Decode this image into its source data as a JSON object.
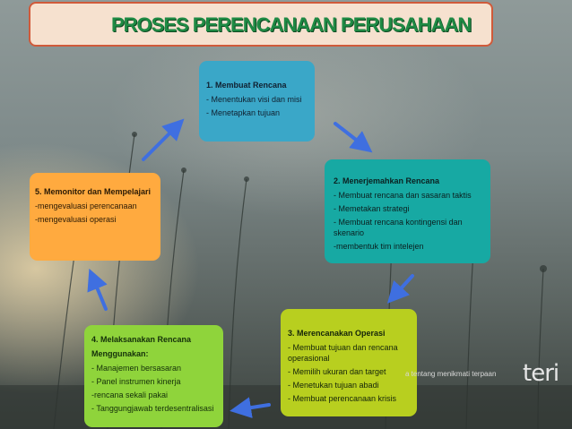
{
  "title": "PROSES PERENCANAAN PERUSAHAAN",
  "steps": [
    {
      "heading": "1. Membuat Rencana",
      "items": [
        "- Menentukan visi dan misi",
        "- Menetapkan tujuan"
      ]
    },
    {
      "heading": "2. Menerjemahkan Rencana",
      "items": [
        "- Membuat rencana dan sasaran taktis",
        "- Memetakan strategi",
        "- Membuat rencana kontingensi dan skenario",
        "-membentuk tim intelejen"
      ]
    },
    {
      "heading": "3. Merencanakan Operasi",
      "items": [
        "- Membuat tujuan dan rencana operasional",
        "- Memilih ukuran dan target",
        "- Menetukan tujuan abadi",
        "- Membuat perencanaan krisis"
      ]
    },
    {
      "heading": "4. Melaksanakan Rencana",
      "subheading": "Menggunakan:",
      "items": [
        "- Manajemen bersasaran",
        "- Panel instrumen kinerja",
        "-rencana sekali pakai",
        "- Tanggungjawab terdesentralisasi"
      ]
    },
    {
      "heading": "5. Memonitor dan Mempelajari",
      "items": [
        "-mengevaluasi perencanaan",
        "-mengevaluasi operasi"
      ]
    }
  ],
  "watermark": {
    "text": "a tentang menikmati terpaan",
    "logo": "teri"
  },
  "colors": {
    "title_text": "#1f8a44",
    "title_border": "#d05a3a",
    "title_fill": "#f6e1cf",
    "step1": "#3aa7c8",
    "step2": "#17a9a3",
    "step3": "#b8cf1f",
    "step4": "#8fd43b",
    "step5": "#ffaa3f",
    "arrow": "#3f6fe0"
  }
}
